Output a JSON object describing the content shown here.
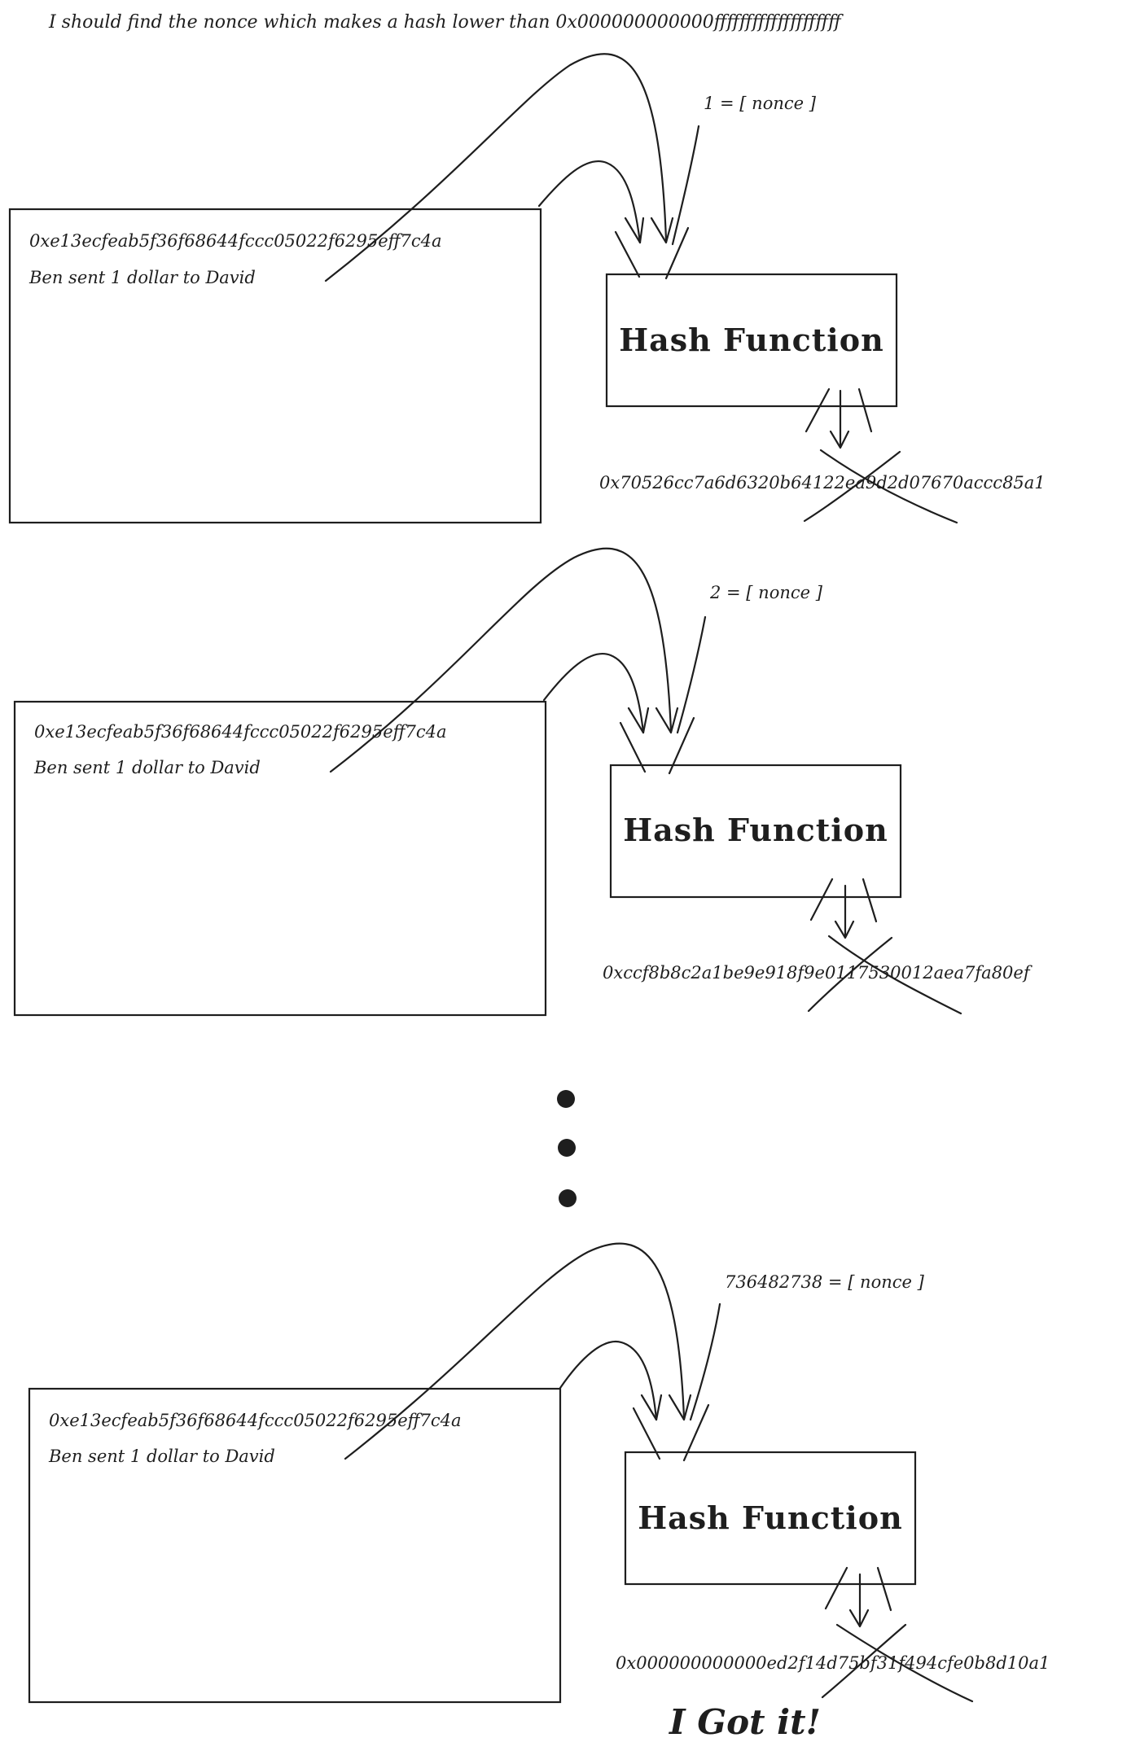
{
  "header": {
    "text": "I should find the nonce which makes a hash lower than 0x000000000000ffffffffffffffffffff"
  },
  "blocks": [
    {
      "block_hash": "0xe13ecfeab5f36f68644fccc05022f6295eff7c4a",
      "transaction": "Ben sent 1 dollar to David",
      "nonce_label": "1 = [ nonce ]",
      "function_label": "Hash Function",
      "result_hash": "0x70526cc7a6d6320b64122ea9d2d07670accc85a1",
      "rejected": true
    },
    {
      "block_hash": "0xe13ecfeab5f36f68644fccc05022f6295eff7c4a",
      "transaction": "Ben sent 1 dollar to David",
      "nonce_label": "2 = [ nonce ]",
      "function_label": "Hash Function",
      "result_hash": "0xccf8b8c2a1be9e918f9e0117530012aea7fa80ef",
      "rejected": true
    },
    {
      "block_hash": "0xe13ecfeab5f36f68644fccc05022f6295eff7c4a",
      "transaction": "Ben sent 1 dollar to David",
      "nonce_label": "736482738 = [ nonce ]",
      "function_label": "Hash Function",
      "result_hash": "0x000000000000ed2f14d75bf31f494cfe0b8d10a1",
      "rejected": true
    }
  ],
  "footer": {
    "success_text": "I Got it!"
  }
}
